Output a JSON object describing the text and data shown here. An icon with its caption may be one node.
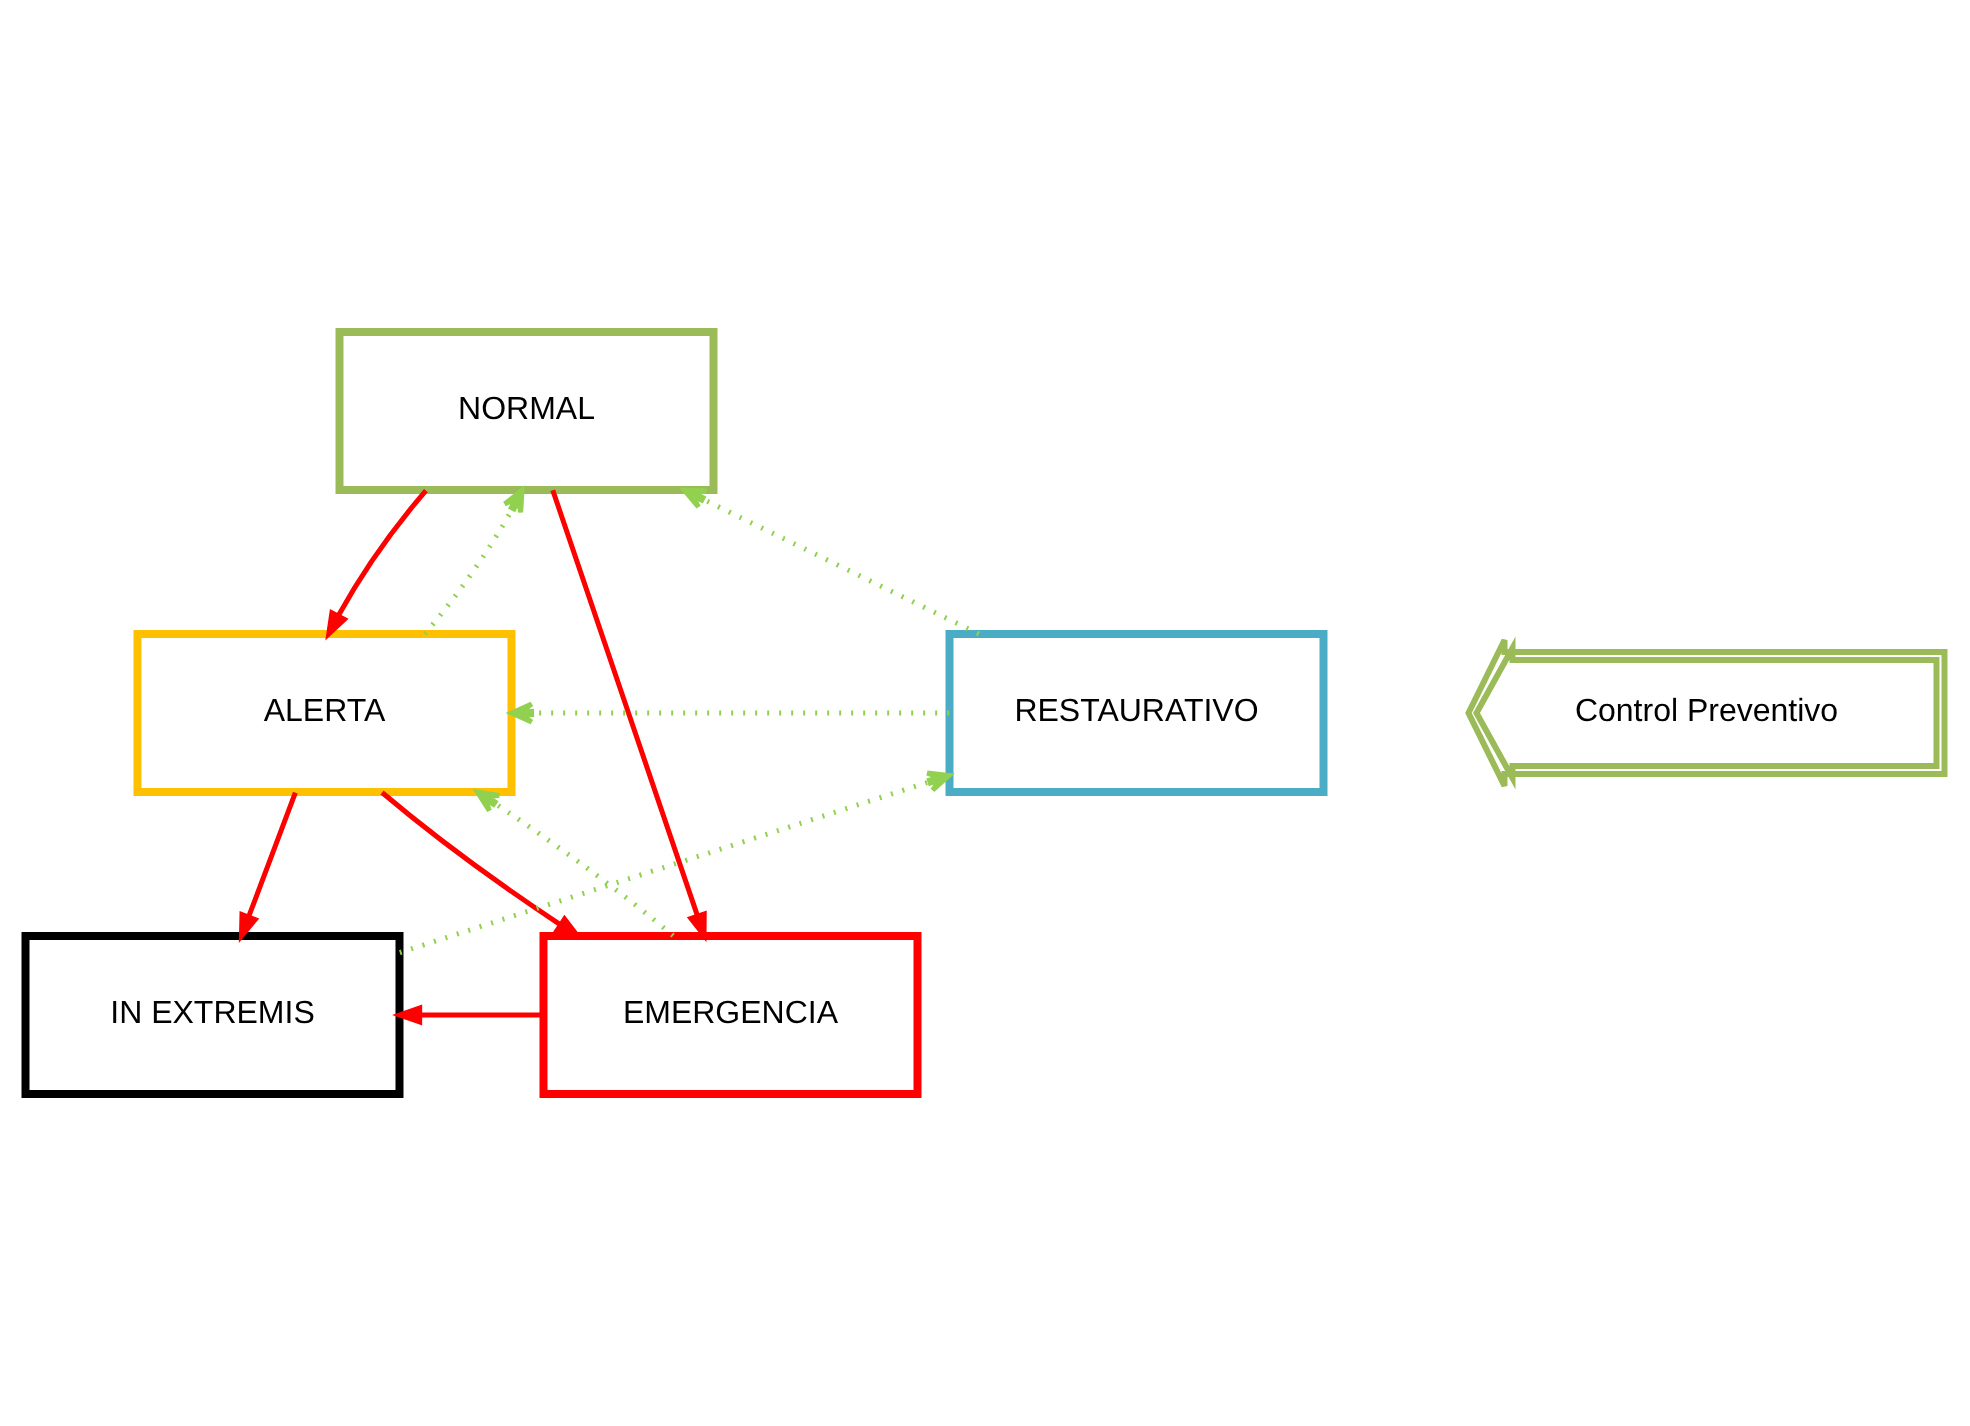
{
  "diagram": {
    "nodes": [
      {
        "text": [
          "NORMAL"
        ]
      },
      {
        "text": [
          "RESTAURATIVO"
        ]
      },
      {
        "text": [
          "ALERTA"
        ]
      },
      {
        "text": [
          "Control Preventivo"
        ]
      },
      {
        "text": [
          "IN EXTREMIS"
        ]
      },
      {
        "text": [
          "EMERGENCIA"
        ]
      }
    ],
    "edges": [
      {
        "from": 0,
        "to": 2,
        "arrow": "to",
        "color": "#ff0000"
      },
      {
        "from": 0,
        "to": 5,
        "arrow": "to",
        "color": "#ff0000"
      },
      {
        "from": 2,
        "to": 4,
        "arrow": "to",
        "color": "#ff0000"
      },
      {
        "from": 2,
        "to": 5,
        "arrow": "to",
        "color": "#ff0000"
      },
      {
        "from": 5,
        "to": 4,
        "arrow": "to",
        "color": "#ff0000"
      },
      {
        "from": 1,
        "to": 0,
        "arrow": "to",
        "style": "dashed",
        "color": "#92d050"
      },
      {
        "from": 1,
        "to": 2,
        "arrow": "to",
        "style": "dashed",
        "color": "#92d050"
      },
      {
        "from": 2,
        "to": 0,
        "arrow": "to",
        "style": "dashed",
        "color": "#92d050"
      },
      {
        "from": 4,
        "to": 1,
        "arrow": "to",
        "style": "dashed",
        "color": "#92d050"
      },
      {
        "from": 5,
        "to": 2,
        "arrow": "to",
        "style": "dashed",
        "color": "#92d050"
      }
    ]
  }
}
